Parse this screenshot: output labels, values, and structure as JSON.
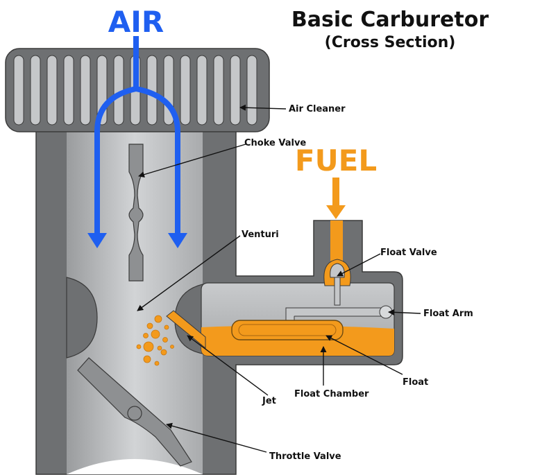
{
  "title": "Basic Carburetor",
  "subtitle": "(Cross Section)",
  "flows": {
    "air": "AIR",
    "fuel": "FUEL"
  },
  "labels": {
    "air_cleaner": "Air Cleaner",
    "choke_valve": "Choke Valve",
    "venturi": "Venturi",
    "float_valve": "Float Valve",
    "float_arm": "Float Arm",
    "float": "Float",
    "float_chamber": "Float Chamber",
    "jet": "Jet",
    "throttle_valve": "Throttle Valve"
  },
  "colors": {
    "air": "#1f5ff0",
    "fuel": "#f39a1c",
    "body_dark": "#6e7072",
    "body_light": "#bdbfc1",
    "outline": "#3a3a3a"
  },
  "icons": {
    "air_arrow": "arrow-down-icon",
    "fuel_arrow": "arrow-down-icon"
  }
}
